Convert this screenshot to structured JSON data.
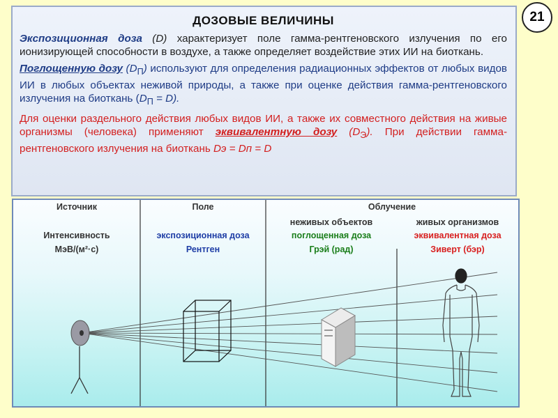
{
  "slide_number": "21",
  "title": "ДОЗОВЫЕ ВЕЛИЧИНЫ",
  "para1": {
    "term": "Экспозиционная доза",
    "symbol": "(D)",
    "rest": " характеризует поле гамма-рентгеновского излучения по его ионизирующей способности в воздухе, а также определяет воздействие этих ИИ на биоткань."
  },
  "para2": {
    "term": "Поглощенную дозу",
    "symbol_open": " (D",
    "symbol_sub": "П",
    "symbol_close": ")",
    "rest": " используют для определения радиационных эффектов от любых видов ИИ в любых объектах неживой природы, а также при оценке действия гамма-рентгеновского излучения на биоткань (",
    "eq_d": "D",
    "eq_sub": "П",
    "eq_rest": " = D)."
  },
  "para3": {
    "lead": "Для оценки раздельного действия любых видов ИИ, а также их совместного действия на живые организмы (человека) применяют ",
    "term": "эквивалентную дозу",
    "symbol_open": " (D",
    "symbol_sub": "Э",
    "symbol_close": ").",
    "mid": " При действии гамма-рентгеновского излучения на биоткань ",
    "eq": "Dэ = Dп = D"
  },
  "diagram": {
    "col1": {
      "header": "Источник",
      "line1": "Интенсивность",
      "line2": "МэВ/(м²·с)"
    },
    "col2": {
      "header": "Поле",
      "line1": "экспозиционная доза",
      "line2": "Рентген"
    },
    "col3": {
      "header": "Облучение",
      "sub_left": "неживых объектов",
      "sub_right": "живых организмов",
      "left_dose": "поглощенная доза",
      "left_unit": "Грэй (рад)",
      "right_dose": "эквивалентная доза",
      "right_unit": "Зиверт (бэр)"
    }
  },
  "colors": {
    "background": "#fefeca",
    "blue_text": "#1f3c86",
    "red_text": "#d32020",
    "green_label": "#1a7e1a"
  }
}
